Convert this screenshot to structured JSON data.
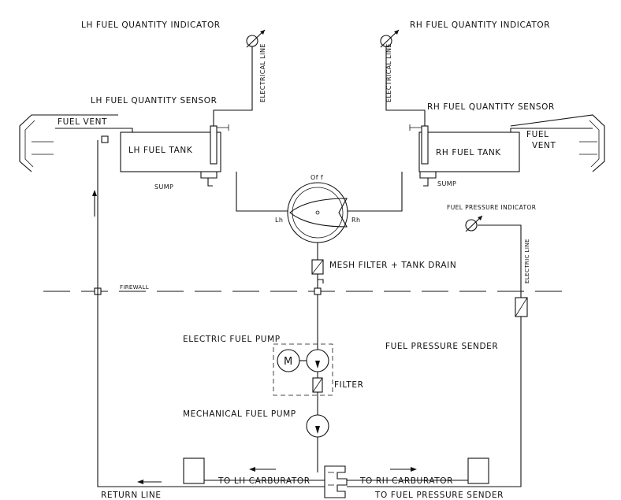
{
  "labels": {
    "lh_qty_indicator": "LH FUEL QUANTITY INDICATOR",
    "rh_qty_indicator": "RH FUEL QUANTITY INDICATOR",
    "electrical_line_left": "ELECTRICAL LINE",
    "electrical_line_right": "ELECTRICAL LINE",
    "lh_qty_sensor": "LH FUEL QUANTITY SENSOR",
    "rh_qty_sensor": "RH FUEL QUANTITY SENSOR",
    "fuel_vent_left": "FUEL VENT",
    "fuel_vent_right_1": "FUEL",
    "fuel_vent_right_2": "VENT",
    "lh_tank": "LH FUEL TANK",
    "rh_tank": "RH FUEL TANK",
    "sump_left": "SUMP",
    "sump_right": "SUMP",
    "selector_off": "Of f",
    "selector_lh": "Lh",
    "selector_rh": "Rh",
    "fuel_pressure_indicator": "FUEL PRESSURE INDICATOR",
    "electric_line": "ELECTRIC LINE",
    "mesh_filter": "MESH FILTER + TANK DRAIN",
    "firewall": "FIREWALL",
    "electric_fuel_pump": "ELECTRIC FUEL PUMP",
    "motor": "M",
    "filter": "FILTER",
    "fuel_pressure_sender": "FUEL PRESSURE SENDER",
    "mechanical_fuel_pump": "MECHANICAL FUEL PUMP",
    "to_lh_carburator": "TO LH CARBURATOR",
    "to_rh_carburator": "TO RH CARBURATOR",
    "return_line": "RETURN LINE",
    "to_fuel_pressure_sender": "TO FUEL PRESSURE SENDER"
  }
}
